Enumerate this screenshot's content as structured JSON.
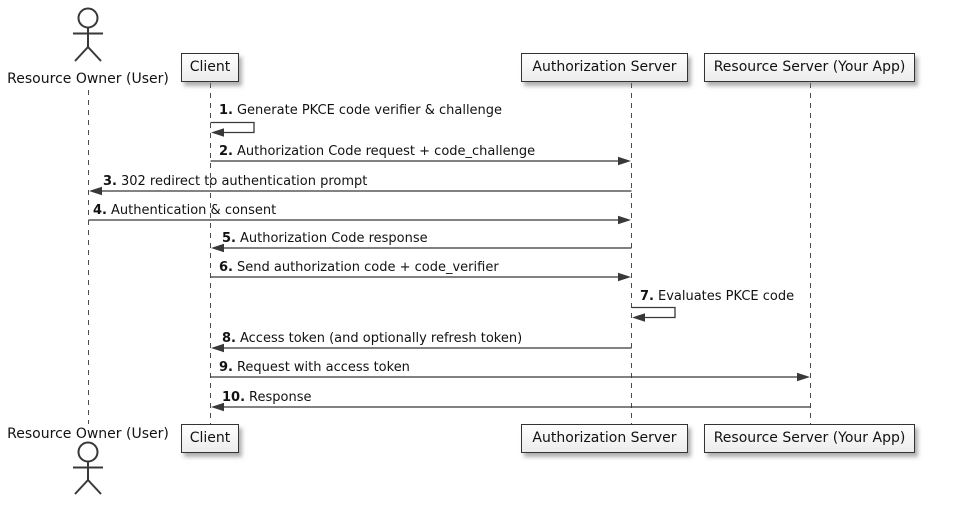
{
  "diagram_type": "uml-sequence-diagram",
  "participants": [
    {
      "id": "resource-owner",
      "kind": "actor",
      "label": "Resource Owner (User)"
    },
    {
      "id": "client",
      "kind": "participant",
      "label": "Client"
    },
    {
      "id": "auth-server",
      "kind": "participant",
      "label": "Authorization Server"
    },
    {
      "id": "resource-server",
      "kind": "participant",
      "label": "Resource Server (Your App)"
    }
  ],
  "messages": [
    {
      "num": "1.",
      "text": "Generate PKCE code verifier & challenge",
      "from": "client",
      "to": "client",
      "kind": "self"
    },
    {
      "num": "2.",
      "text": "Authorization Code request + code_challenge",
      "from": "client",
      "to": "auth-server",
      "kind": "arrow-right"
    },
    {
      "num": "3.",
      "text": "302 redirect to authentication prompt",
      "from": "auth-server",
      "to": "resource-owner",
      "kind": "arrow-left"
    },
    {
      "num": "4.",
      "text": "Authentication & consent",
      "from": "resource-owner",
      "to": "auth-server",
      "kind": "arrow-right"
    },
    {
      "num": "5.",
      "text": "Authorization Code response",
      "from": "auth-server",
      "to": "client",
      "kind": "arrow-left"
    },
    {
      "num": "6.",
      "text": "Send authorization code + code_verifier",
      "from": "client",
      "to": "auth-server",
      "kind": "arrow-right"
    },
    {
      "num": "7.",
      "text": "Evaluates PKCE code",
      "from": "auth-server",
      "to": "auth-server",
      "kind": "self"
    },
    {
      "num": "8.",
      "text": "Access token (and optionally refresh token)",
      "from": "auth-server",
      "to": "client",
      "kind": "arrow-left"
    },
    {
      "num": "9.",
      "text": "Request with access token",
      "from": "client",
      "to": "resource-server",
      "kind": "arrow-right"
    },
    {
      "num": "10.",
      "text": "Response",
      "from": "resource-server",
      "to": "client",
      "kind": "arrow-left"
    }
  ],
  "colors": {
    "line": "#383838",
    "text": "#121212",
    "box_fill": "#fbfbfb",
    "box_border": "#333333",
    "lifeline": "#4a4a4a",
    "background": "#ffffff"
  }
}
